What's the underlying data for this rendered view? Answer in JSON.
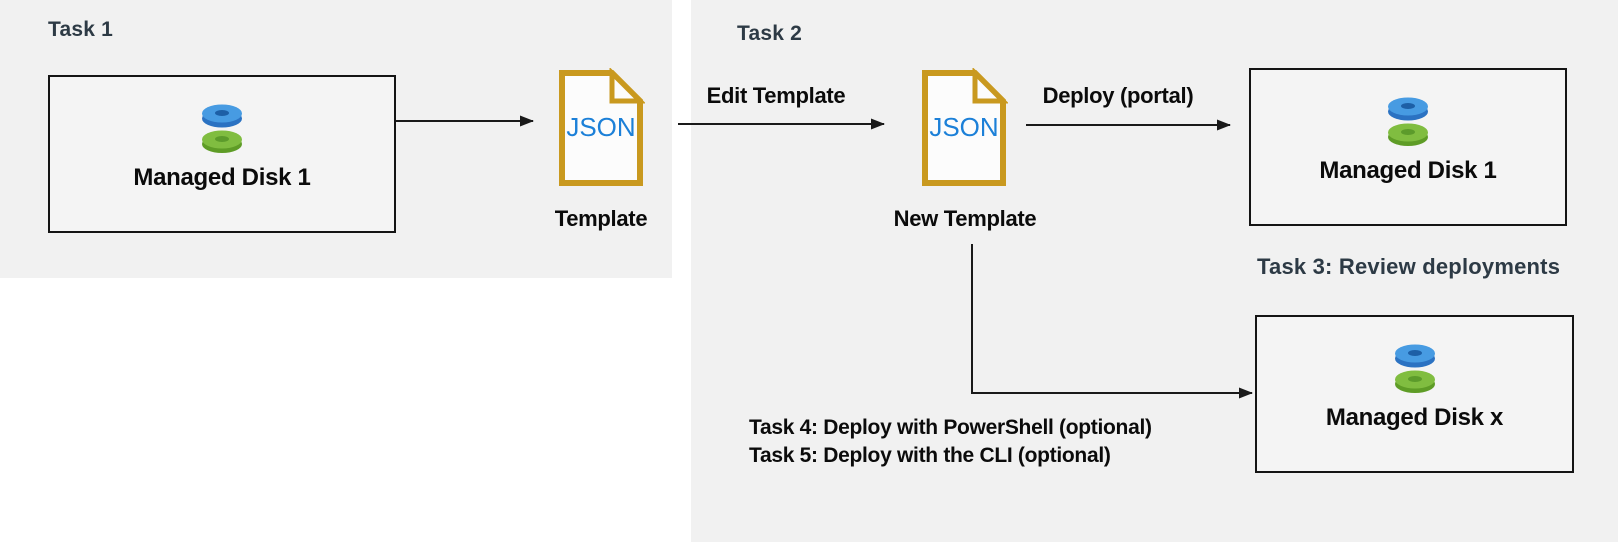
{
  "task1": {
    "title": "Task 1",
    "disk_box": {
      "label": "Managed Disk 1"
    },
    "template_file": {
      "badge": "JSON",
      "caption": "Template"
    }
  },
  "task2": {
    "title": "Task 2",
    "edit_arrow_label": "Edit Template",
    "template_file": {
      "badge": "JSON",
      "caption": "New Template"
    },
    "deploy_arrow_label": "Deploy (portal)",
    "disk_box": {
      "label": "Managed Disk 1"
    }
  },
  "task3": {
    "label": "Task 3: Review deployments",
    "disk_box": {
      "label": "Managed Disk x"
    }
  },
  "task4": {
    "label": "Task 4: Deploy with PowerShell (optional)"
  },
  "task5": {
    "label": "Task 5: Deploy with the CLI (optional)"
  },
  "colors": {
    "panel_bg": "#f1f1f1",
    "file_border_gold": "#c9991f",
    "json_text_blue": "#1c80d8",
    "task_title_slate": "#2d3a45",
    "label_black": "#0b0b0b",
    "disk_blue_top": "#479be2",
    "disk_blue_side": "#2b72c2",
    "disk_green_top": "#80bd40",
    "disk_green_side": "#5e9c26",
    "arrow_black": "#1a1a1a"
  }
}
